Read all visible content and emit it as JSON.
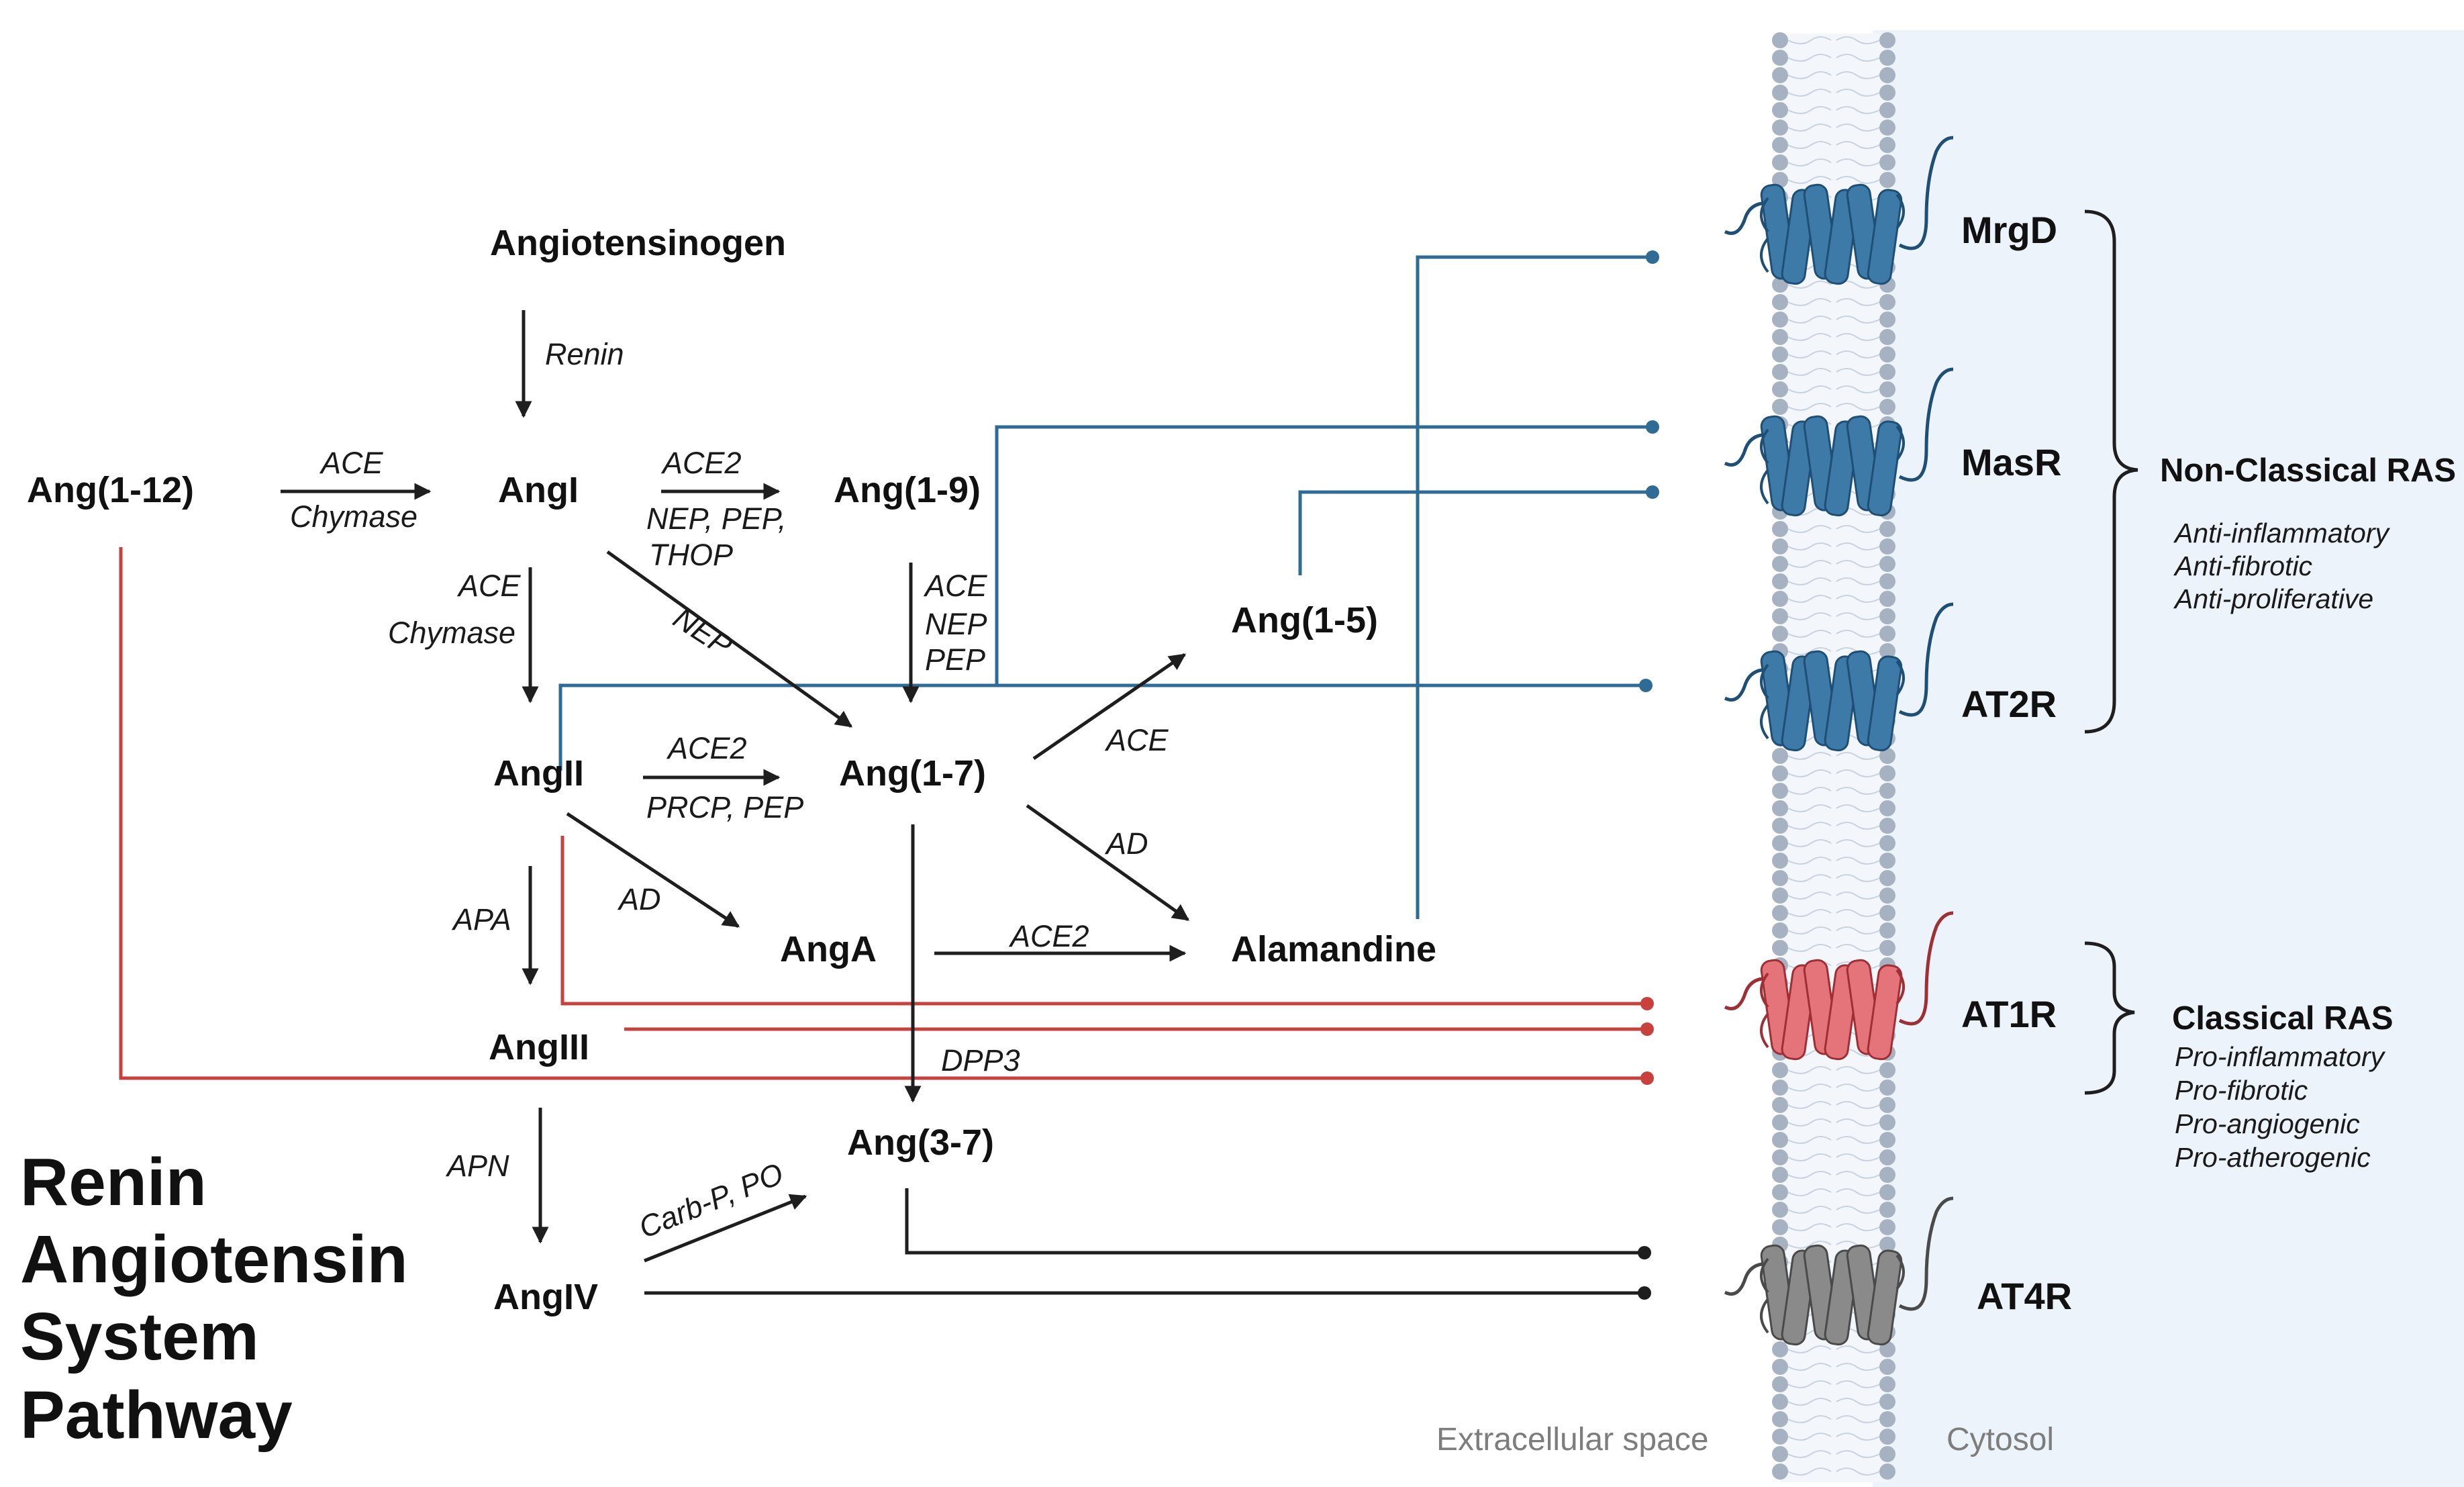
{
  "title": [
    "Renin",
    "Angiotensin",
    "System",
    "Pathway"
  ],
  "spaces": {
    "extracellular": "Extracellular space",
    "cytosol": "Cytosol"
  },
  "colors": {
    "non_classical": "#2e6b95",
    "classical": "#c9413d",
    "at4r": "#1e1e1e",
    "arrow": "#1e1e1e",
    "membrane_bead": "#a6b2c2",
    "cytosol_bg": "#ecf3fb",
    "receptor_blue": "#3d7aa8",
    "receptor_red": "#e5737a",
    "receptor_grey": "#8a8a8a"
  },
  "molecules": {
    "angiotensinogen": "Angiotensinogen",
    "ang1_12": "Ang(1-12)",
    "angI": "AngI",
    "ang1_9": "Ang(1-9)",
    "angII": "AngII",
    "ang1_7": "Ang(1-7)",
    "ang1_5": "Ang(1-5)",
    "angA": "AngA",
    "alamandine": "Alamandine",
    "angIII": "AngIII",
    "ang3_7": "Ang(3-7)",
    "angIV": "AngIV"
  },
  "enzymes": {
    "renin": "Renin",
    "ace_1": "ACE",
    "chymase_1": "Chymase",
    "ace2_1": "ACE2",
    "nep_pep_thop_1": "NEP, PEP,",
    "nep_pep_thop_2": "THOP",
    "ace_2": "ACE",
    "chymase_2": "Chymase",
    "nep": "NEP",
    "ace_3": "ACE",
    "nep_2": "NEP",
    "pep": "PEP",
    "ace2_2": "ACE2",
    "prcp_pep": "PRCP, PEP",
    "ace_4": "ACE",
    "ad_1": "AD",
    "ad_2": "AD",
    "apa": "APA",
    "ace2_3": "ACE2",
    "dpp3": "DPP3",
    "apn": "APN",
    "carbp_po": "Carb-P, PO"
  },
  "receptors": {
    "mrgd": "MrgD",
    "masr": "MasR",
    "at2r": "AT2R",
    "at1r": "AT1R",
    "at4r": "AT4R"
  },
  "groups": {
    "non_classical": {
      "label": "Non-Classical RAS",
      "effects": [
        "Anti-inflammatory",
        "Anti-fibrotic",
        "Anti-proliferative"
      ]
    },
    "classical": {
      "label": "Classical RAS",
      "effects": [
        "Pro-inflammatory",
        "Pro-fibrotic",
        "Pro-angiogenic",
        "Pro-atherogenic"
      ]
    }
  }
}
